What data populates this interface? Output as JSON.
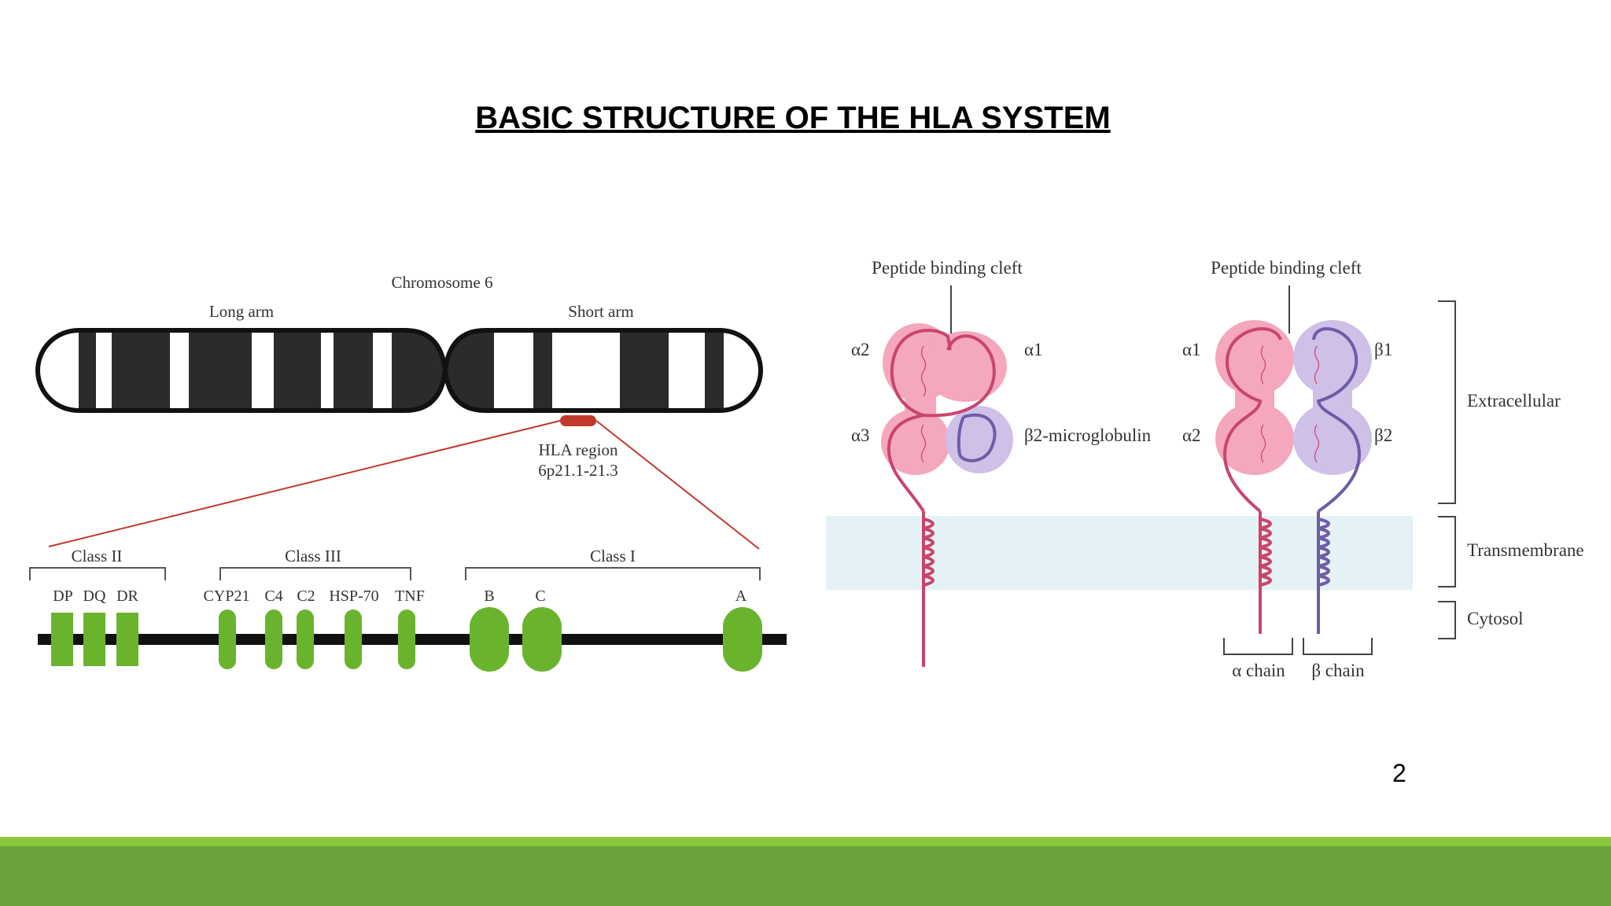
{
  "slide": {
    "title": "BASIC STRUCTURE OF THE HLA SYSTEM",
    "page_number": "2"
  },
  "chromosome": {
    "title": "Chromosome 6",
    "long_arm": "Long arm",
    "short_arm": "Short arm",
    "region_line1": "HLA region",
    "region_line2": "6p21.1-21.3",
    "classes": [
      {
        "label": "Class II"
      },
      {
        "label": "Class III"
      },
      {
        "label": "Class I"
      }
    ],
    "genes": [
      "DP",
      "DQ",
      "DR",
      "CYP21",
      "C4",
      "C2",
      "HSP-70",
      "TNF",
      "B",
      "C",
      "A"
    ]
  },
  "molecules": {
    "cleft_left": "Peptide binding cleft",
    "cleft_right": "Peptide binding cleft",
    "class1_domains": {
      "a2": "α2",
      "a1": "α1",
      "a3": "α3",
      "b2m": "β2-microglobulin"
    },
    "class2_domains": {
      "a1": "α1",
      "a2": "α2",
      "b1": "β1",
      "b2": "β2"
    },
    "regions": {
      "extracellular": "Extracellular",
      "transmembrane": "Transmembrane",
      "cytosol": "Cytosol"
    },
    "chains": {
      "alpha": "α chain",
      "beta": "β chain"
    }
  },
  "colors": {
    "chromosome_band": "#2b2b2b",
    "gene_green": "#6ab42d",
    "hla_region": "#c0392b",
    "alpha_fill": "#f4a7bd",
    "alpha_line": "#c9456e",
    "beta_fill": "#cfc0e8",
    "beta_line": "#6e5ca8",
    "membrane": "#e4f2f5",
    "footer_light": "#8dc63f",
    "footer_dark": "#6aa339"
  }
}
